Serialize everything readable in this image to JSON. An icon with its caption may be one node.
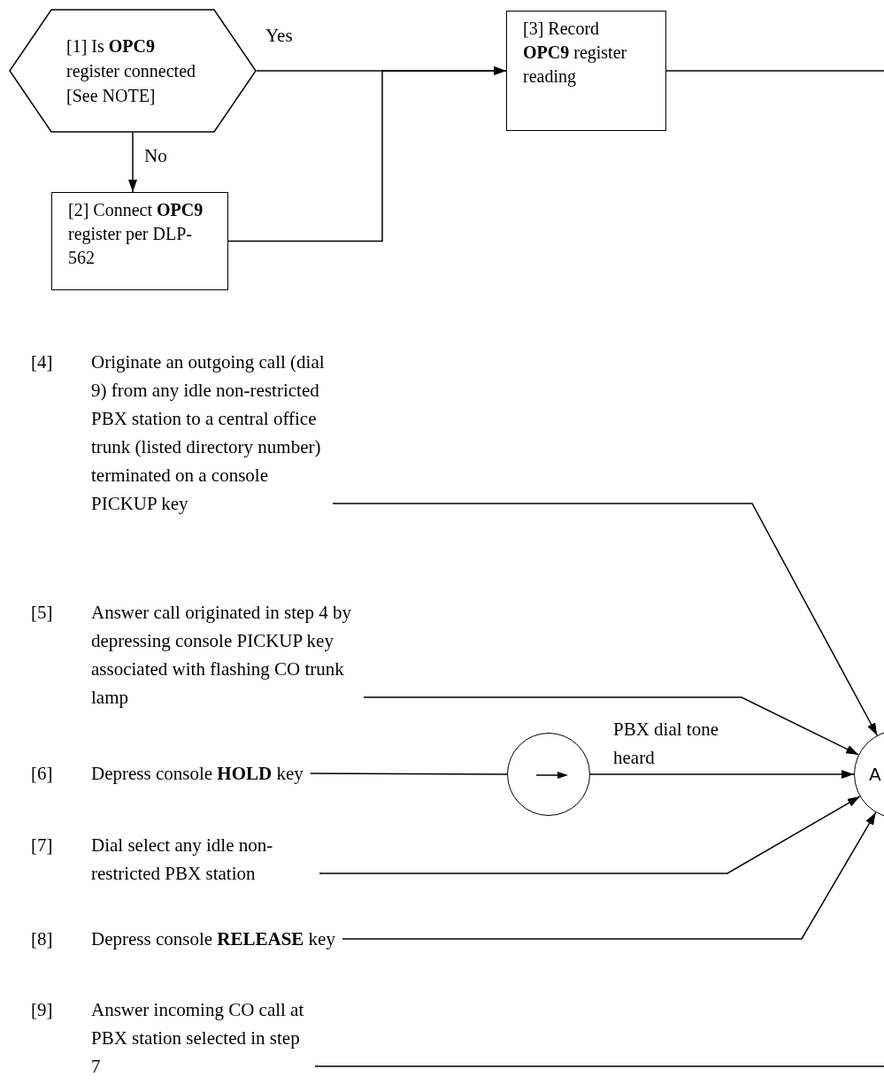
{
  "diagram": {
    "nodes": [
      {
        "text": [
          "[1] Is **OPC9** register connected [See NOTE]"
        ]
      },
      {
        "text": [
          "[2] Connect **OPC9** register per DLP-562"
        ]
      },
      {
        "text": [
          "[3] Record **OPC9** register reading"
        ]
      },
      {
        "text": [
          "[4]",
          "Originate an outgoing call (dial 9) from any idle non-restricted PBX station to a central office trunk (listed directory number) terminated on a console PICKUP key"
        ]
      },
      {
        "text": [
          "[5]",
          "Answer call originated in step 4 by depressing console PICKUP key associated with flashing CO trunk lamp"
        ]
      },
      {
        "text": [
          "[6]",
          "Depress console **HOLD** key"
        ]
      },
      {
        "text": [
          "[7]",
          "Dial select any idle non-restricted PBX station"
        ]
      },
      {
        "text": [
          "[8]",
          "Depress console **RELEASE** key"
        ]
      },
      {
        "text": [
          "[9]",
          "Answer incoming CO call at PBX station selected in step 7"
        ]
      },
      {
        "text": [],
        "shape": "circle"
      },
      {
        "text": [
          "A"
        ]
      }
    ],
    "edges": [
      {
        "from": 0,
        "to": 2,
        "arrow": "to",
        "label": "Yes"
      },
      {
        "from": 0,
        "to": 1,
        "arrow": "to",
        "label": "No"
      },
      {
        "from": 1,
        "to": 2,
        "arrow": "to"
      },
      {
        "from": 2,
        "to": null,
        "arrow": "none"
      },
      {
        "from": 3,
        "to": 10,
        "arrow": "to"
      },
      {
        "from": 4,
        "to": 10,
        "arrow": "to"
      },
      {
        "from": 5,
        "to": 9,
        "arrow": "none"
      },
      {
        "from": 9,
        "to": 10,
        "arrow": "to",
        "label": "PBX dial tone heard"
      },
      {
        "from": 6,
        "to": 10,
        "arrow": "to"
      },
      {
        "from": 7,
        "to": 10,
        "arrow": "to"
      },
      {
        "from": 8,
        "to": null,
        "arrow": "none"
      }
    ]
  }
}
